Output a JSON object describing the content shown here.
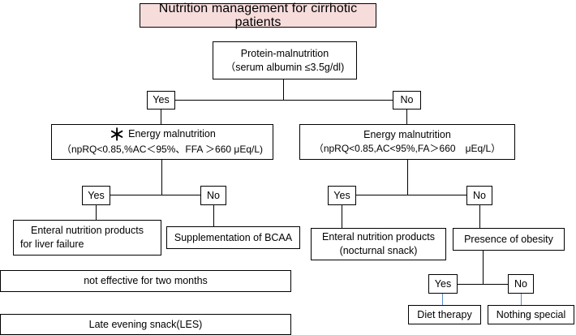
{
  "title": "Nutrition management for cirrhotic patients",
  "root": {
    "line1": "Protein-malnutrition",
    "line2": "（serum albumin ≤3.5g/dl)"
  },
  "level1": {
    "yes": "Yes",
    "no": "No"
  },
  "left_energy": {
    "star": "＊",
    "line1": "Energy malnutrition",
    "line2": "（npRQ<0.85,%AC＜95%、FFA ＞660 μEq/L)"
  },
  "right_energy": {
    "line1": "Energy malnutrition",
    "line2": "（npRQ<0.85,AC<95%,FA＞660　μEq/L）"
  },
  "left_branch": {
    "yes": "Yes",
    "no": "No",
    "enteral_line1": "Enteral nutrition products",
    "enteral_line2": "for liver failure",
    "bcaa": "Supplementation of BCAA",
    "not_effective": "not effective  for two months",
    "les": "Late evening snack(LES)"
  },
  "right_branch": {
    "yes": "Yes",
    "no": "No",
    "enteral_line1": "Enteral nutrition products",
    "enteral_line2": "(nocturnal snack)",
    "obesity": "Presence of obesity",
    "obesity_yes": "Yes",
    "obesity_no": "No",
    "diet": "Diet therapy",
    "nothing": "Nothing special"
  },
  "colors": {
    "title_bg": "#f7dcdc",
    "connector_blue": "#5b8cc8"
  }
}
